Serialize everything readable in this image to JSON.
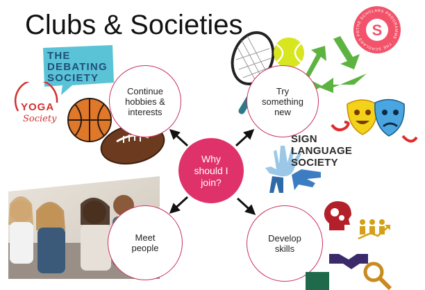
{
  "title": "Clubs & Societies",
  "hub": {
    "label": "Why\nshould I\njoin?",
    "color": "#e0326a"
  },
  "nodes": [
    {
      "label": "Continue\nhobbies &\ninterests"
    },
    {
      "label": "Try\nsomething\nnew"
    },
    {
      "label": "Meet\npeople"
    },
    {
      "label": "Develop\nskills"
    }
  ],
  "logos": {
    "debating": "THE\nDEBATING\nSOCIETY",
    "yoga_top": "YOGA",
    "yoga_bottom": "Society",
    "sign_language": "SIGN\nLANGUAGE\nSOCIETY",
    "scholars_badge_letter": "S",
    "scholars_badge_ring": "THE SCHOLARS PROGRAMME"
  },
  "colors": {
    "accent": "#e0326a",
    "circle_border": "#c9305a",
    "debate_sign": "#5bc3d6",
    "yoga_red": "#d32f2f",
    "recycle_green": "#5db340",
    "badge_pink": "#f2536a"
  },
  "icons": [
    "tennis-racket-icon",
    "basketball-icon",
    "football-icon",
    "recycle-icon",
    "theatre-masks-icon",
    "hands-icon",
    "head-gears-icon",
    "team-growth-icon",
    "handshake-icon",
    "magnifier-icon"
  ]
}
